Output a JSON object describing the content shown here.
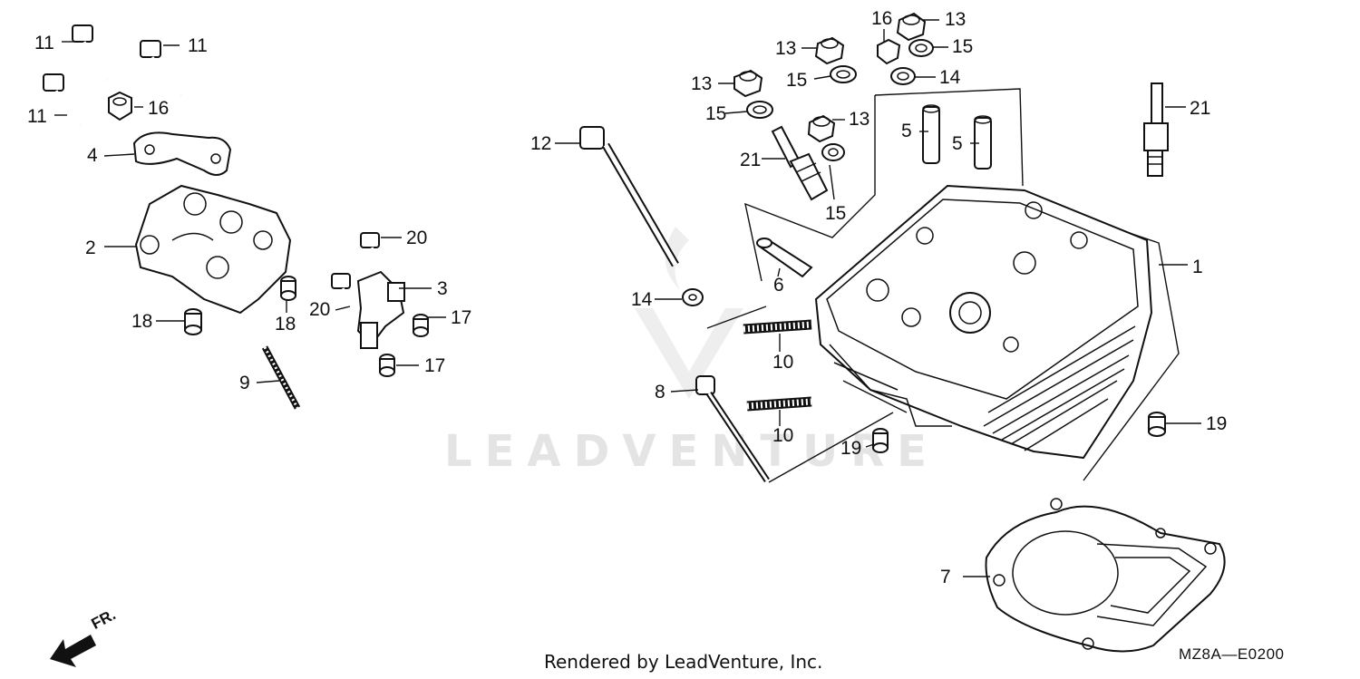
{
  "diagram": {
    "callouts": [
      {
        "id": "c11a",
        "text": "11"
      },
      {
        "id": "c11b",
        "text": "11"
      },
      {
        "id": "c11c",
        "text": "11"
      },
      {
        "id": "c16a",
        "text": "16"
      },
      {
        "id": "c4",
        "text": "4"
      },
      {
        "id": "c2",
        "text": "2"
      },
      {
        "id": "c18a",
        "text": "18"
      },
      {
        "id": "c18b",
        "text": "18"
      },
      {
        "id": "c9",
        "text": "9"
      },
      {
        "id": "c20a",
        "text": "20"
      },
      {
        "id": "c20b",
        "text": "20"
      },
      {
        "id": "c3",
        "text": "3"
      },
      {
        "id": "c17a",
        "text": "17"
      },
      {
        "id": "c17b",
        "text": "17"
      },
      {
        "id": "c12",
        "text": "12"
      },
      {
        "id": "c14a",
        "text": "14"
      },
      {
        "id": "c8",
        "text": "8"
      },
      {
        "id": "c13a",
        "text": "13"
      },
      {
        "id": "c13b",
        "text": "13"
      },
      {
        "id": "c13c",
        "text": "13"
      },
      {
        "id": "c13d",
        "text": "13"
      },
      {
        "id": "c15a",
        "text": "15"
      },
      {
        "id": "c15b",
        "text": "15"
      },
      {
        "id": "c15c",
        "text": "15"
      },
      {
        "id": "c15d",
        "text": "15"
      },
      {
        "id": "c16b",
        "text": "16"
      },
      {
        "id": "c14b",
        "text": "14"
      },
      {
        "id": "c21a",
        "text": "21"
      },
      {
        "id": "c21b",
        "text": "21"
      },
      {
        "id": "c5a",
        "text": "5"
      },
      {
        "id": "c5b",
        "text": "5"
      },
      {
        "id": "c6",
        "text": "6"
      },
      {
        "id": "c10a",
        "text": "10"
      },
      {
        "id": "c10b",
        "text": "10"
      },
      {
        "id": "c1",
        "text": "1"
      },
      {
        "id": "c19a",
        "text": "19"
      },
      {
        "id": "c19b",
        "text": "19"
      },
      {
        "id": "c7",
        "text": "7"
      }
    ],
    "front_arrow_label": "FR.",
    "diagram_code": "MZ8A—E0200",
    "watermark": "LEADVENTURE"
  },
  "footer": {
    "rendered_by": "Rendered by LeadVenture, Inc."
  }
}
